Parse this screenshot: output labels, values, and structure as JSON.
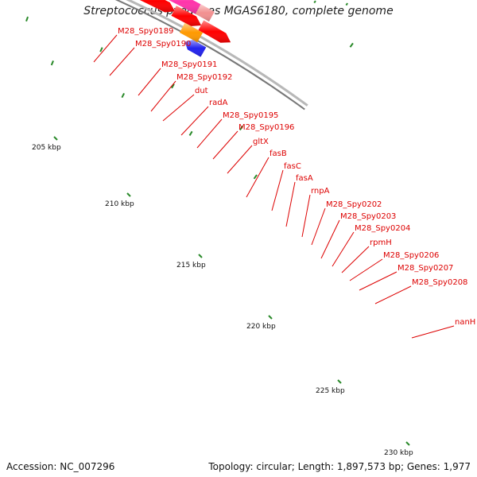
{
  "title": "Streptococcus pyogenes MGAS6180, complete genome",
  "footer": {
    "accession": "Accession: NC_007296",
    "summary": "Topology: circular; Length: 1,897,573 bp; Genes: 1,977"
  },
  "colors": {
    "backbone": "#8c8c8c",
    "tick": "#2a8a2a",
    "gene_label": "#dd0000",
    "leader_line": "#dd0000",
    "cds_arrow": "#ff0000"
  },
  "kbp_ticks": [
    "205 kbp",
    "210 kbp",
    "215 kbp",
    "220 kbp",
    "225 kbp",
    "230 kbp"
  ],
  "gene_labels": [
    "M28_Spy0189",
    "M28_Spy0190",
    "M28_Spy0191",
    "M28_Spy0192",
    "dut",
    "radA",
    "M28_Spy0195",
    "M28_Spy0196",
    "gltX",
    "fasB",
    "fasC",
    "fasA",
    "rnpA",
    "M28_Spy0202",
    "M28_Spy0203",
    "M28_Spy0204",
    "rpmH",
    "M28_Spy0206",
    "M28_Spy0207",
    "M28_Spy0208",
    "nanH"
  ]
}
